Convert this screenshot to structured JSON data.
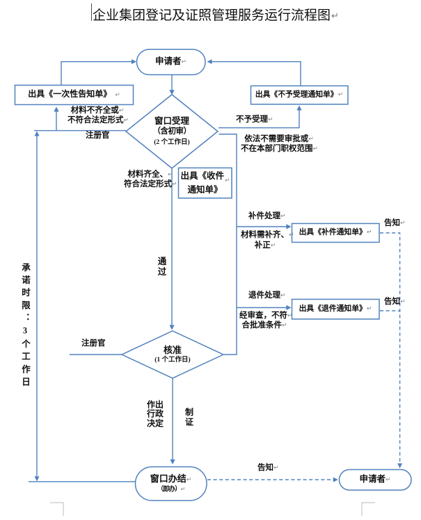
{
  "page": {
    "title": "企业集团登记及证照管理服务运行流程图"
  },
  "marks": {
    "pilcrow": "↵"
  },
  "colors": {
    "accent_blue": "#4f81bd",
    "text": "#111111",
    "paragraph_mark": "#7d8893",
    "corner_mark": "#c8c8c8",
    "background": "#ffffff"
  },
  "nodes": {
    "applicant_top": {
      "label": "申请者"
    },
    "one_time_notice": {
      "label": "出具《一次性告知单》"
    },
    "not_accept_notice": {
      "label": "出具《不予受理通知单》"
    },
    "window_accept": {
      "title": "窗口受理",
      "subtitle": "（含初审）",
      "duration": "(2 个工作日)"
    },
    "receipt_notice": {
      "line1": "出具《收件",
      "line2": "通知单》"
    },
    "supplement_notice": {
      "label": "出具《补件通知单》"
    },
    "return_notice": {
      "label": "出具《退件通知单》"
    },
    "approve": {
      "title": "核准",
      "duration": "(1 个工作日)"
    },
    "window_complete": {
      "title": "窗口办结",
      "subtitle": "（即办）"
    },
    "applicant_bottom": {
      "label": "申请者"
    }
  },
  "labels": {
    "materials_incomplete": [
      "材料不齐全或",
      "不符合法定形式"
    ],
    "registrar_top": "注册官",
    "not_accepted": "不予受理",
    "no_need_approval": [
      "依法不需要审批或",
      "不在本部门职权范围"
    ],
    "materials_complete": [
      "材料齐全、",
      "符合法定形式"
    ],
    "pass": "通过",
    "supplement_process": "补件处理",
    "supplement_reason": [
      "材料需补齐、",
      "补正"
    ],
    "notify_supplement": "告知",
    "return_process": "退件处理",
    "return_reason": [
      "经审查，不符",
      "合批准条件"
    ],
    "notify_return": "告知",
    "registrar_bottom": "注册官",
    "make_decision": "作出行政决定",
    "make_certificate": "制证",
    "promise_time_limit": "承诺时限：3个工作日",
    "notify_complete": "告知"
  }
}
